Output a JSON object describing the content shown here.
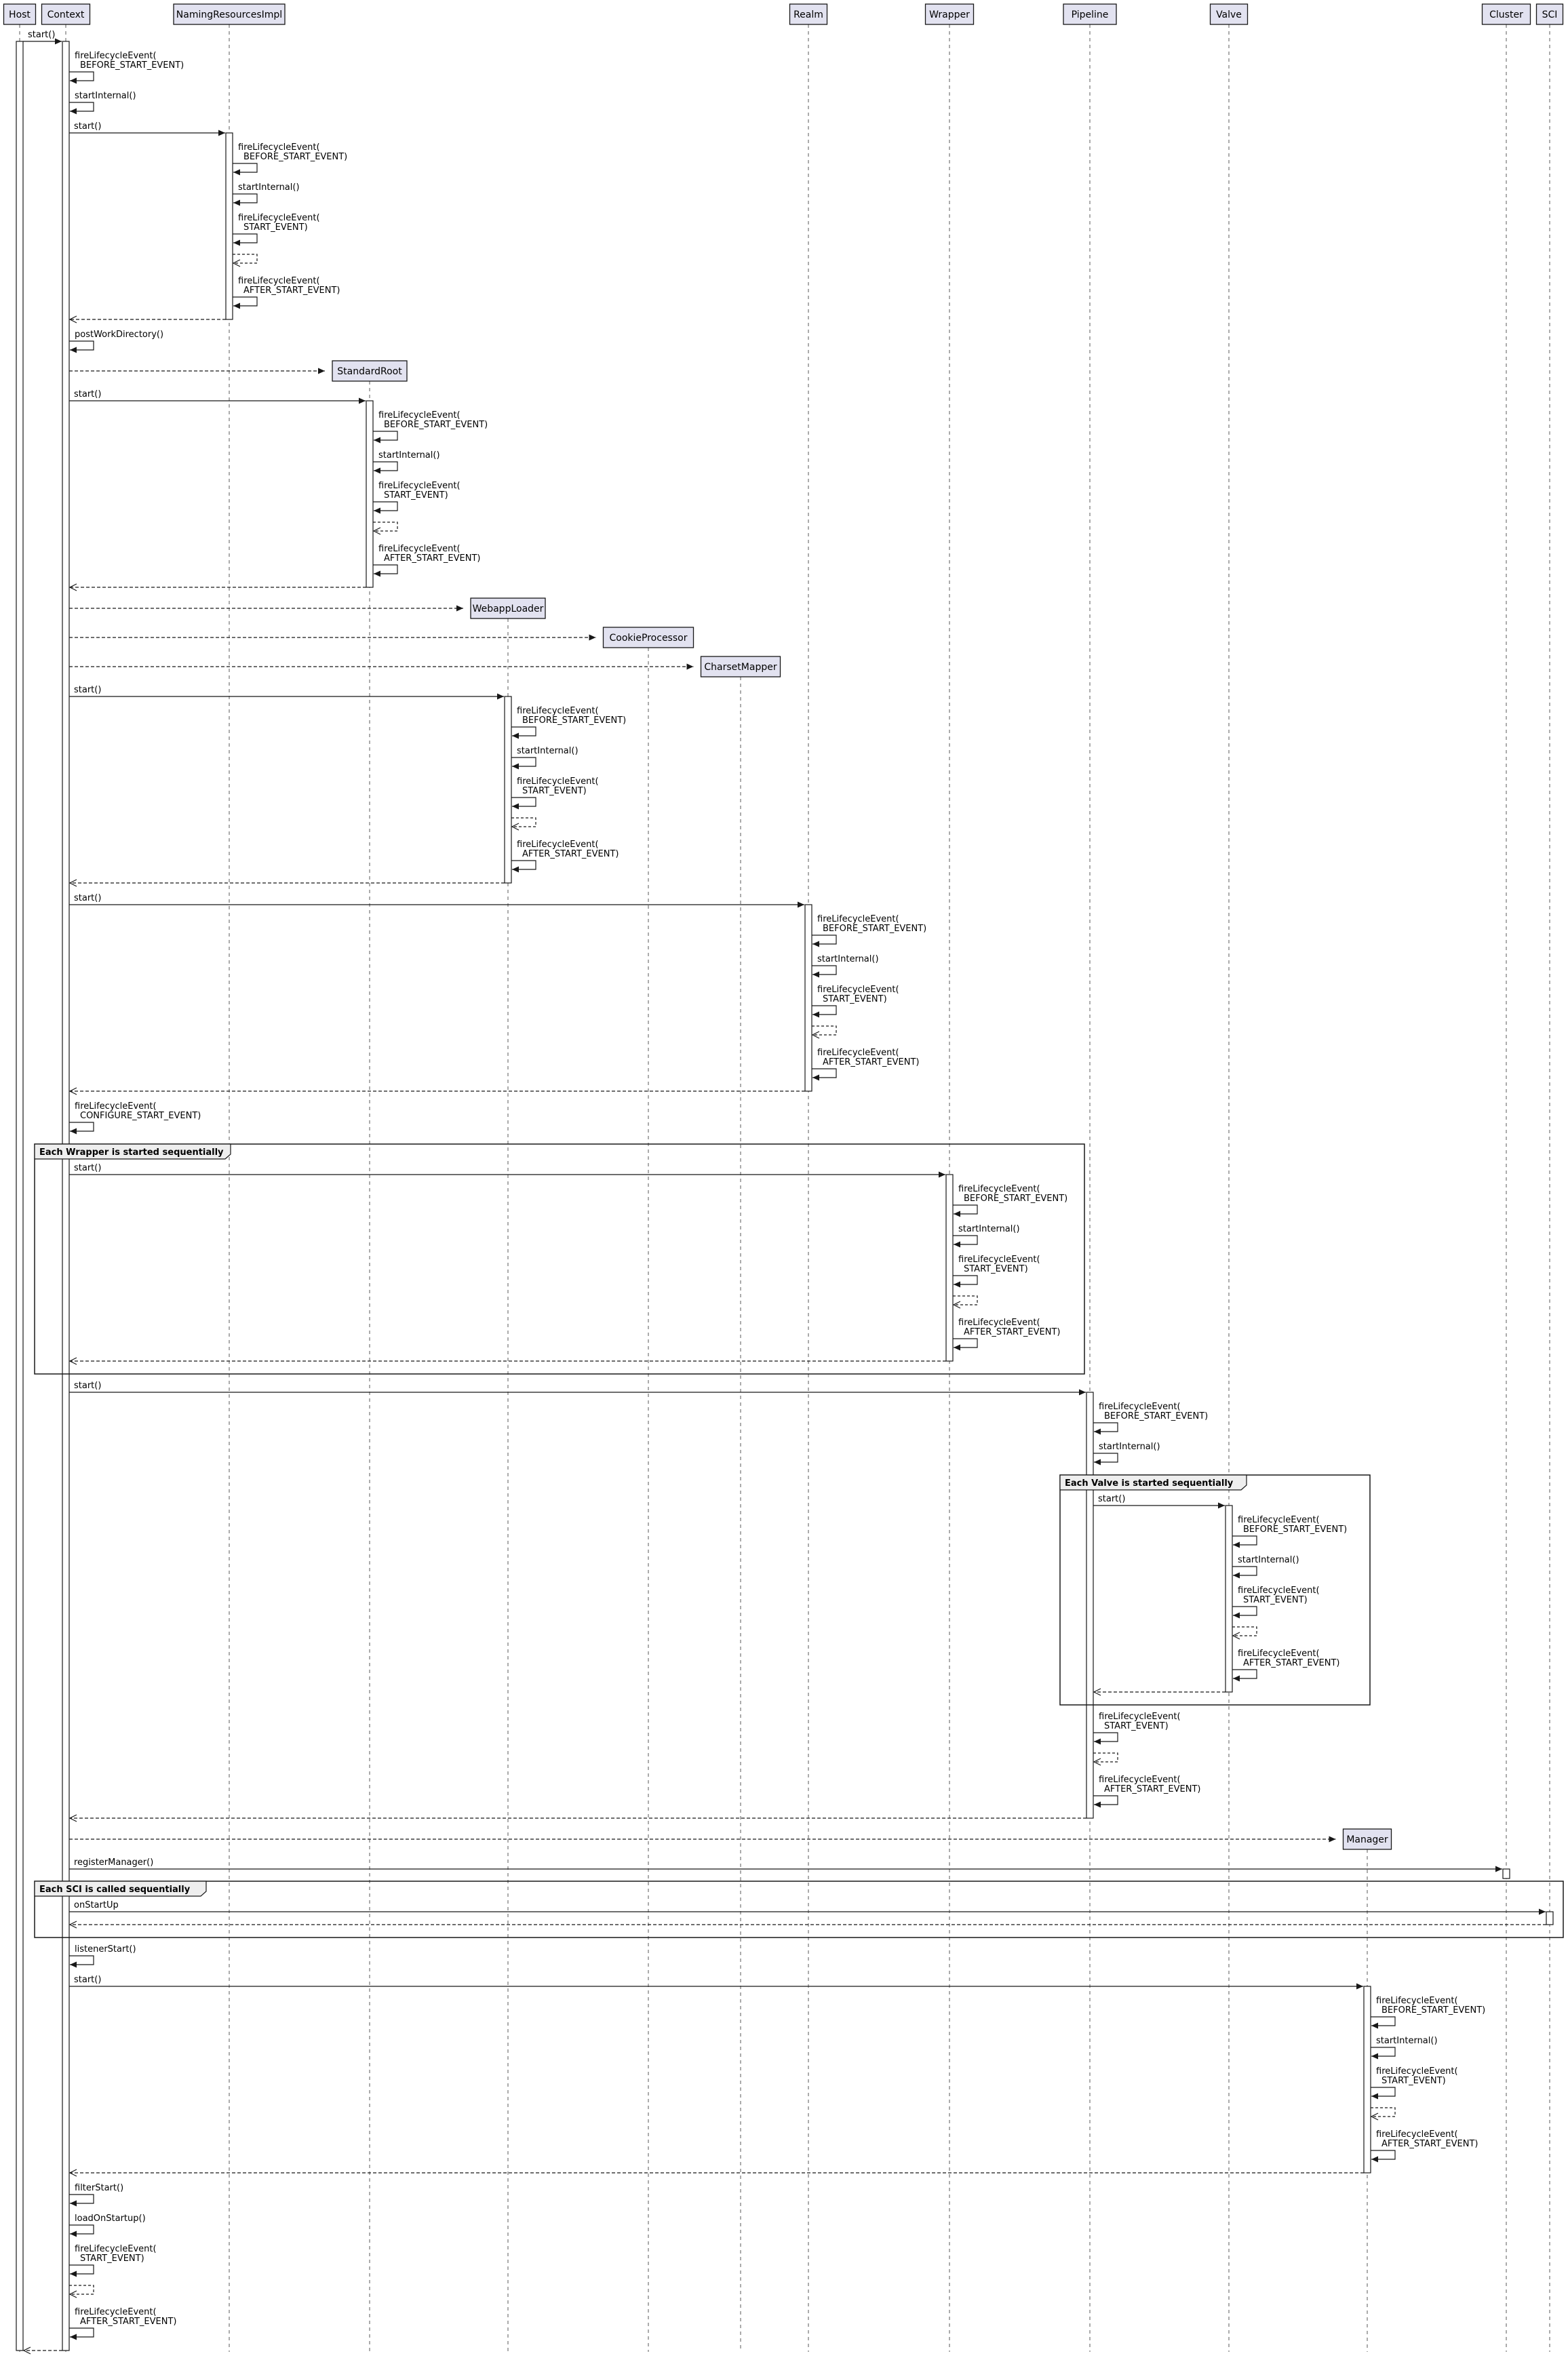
{
  "colors": {
    "participant_fill": "#E2E2F0",
    "line": "#181818",
    "frame_header_fill": "#EEEEEE",
    "background": "#FFFFFF",
    "lifeline": "#5A5A5A"
  },
  "diagram": {
    "participants": [
      {
        "id": "host",
        "label": "Host"
      },
      {
        "id": "context",
        "label": "Context"
      },
      {
        "id": "nri",
        "label": "NamingResourcesImpl"
      },
      {
        "id": "standardroot",
        "label": "StandardRoot",
        "created": true
      },
      {
        "id": "webapploader",
        "label": "WebappLoader",
        "created": true
      },
      {
        "id": "cookieprocessor",
        "label": "CookieProcessor",
        "created": true
      },
      {
        "id": "charsetmapper",
        "label": "CharsetMapper",
        "created": true
      },
      {
        "id": "realm",
        "label": "Realm"
      },
      {
        "id": "wrapper",
        "label": "Wrapper"
      },
      {
        "id": "pipeline",
        "label": "Pipeline"
      },
      {
        "id": "valve",
        "label": "Valve"
      },
      {
        "id": "manager",
        "label": "Manager",
        "created": true
      },
      {
        "id": "cluster",
        "label": "Cluster"
      },
      {
        "id": "sci",
        "label": "SCI"
      }
    ],
    "messages": [
      {
        "type": "call",
        "from": "host",
        "to": "context",
        "label": "start()"
      },
      {
        "type": "self",
        "who": "context",
        "label": [
          "fireLifecycleEvent(",
          "BEFORE_START_EVENT)"
        ]
      },
      {
        "type": "self",
        "who": "context",
        "label": [
          "startInternal()"
        ]
      },
      {
        "type": "call",
        "from": "context",
        "to": "nri",
        "label": "start()"
      },
      {
        "type": "self",
        "who": "nri",
        "label": [
          "fireLifecycleEvent(",
          "BEFORE_START_EVENT)"
        ]
      },
      {
        "type": "self",
        "who": "nri",
        "label": [
          "startInternal()"
        ]
      },
      {
        "type": "self",
        "who": "nri",
        "label": [
          "fireLifecycleEvent(",
          "START_EVENT)"
        ]
      },
      {
        "type": "selfdotted",
        "who": "nri"
      },
      {
        "type": "self",
        "who": "nri",
        "label": [
          "fireLifecycleEvent(",
          "AFTER_START_EVENT)"
        ]
      },
      {
        "type": "return",
        "from": "nri",
        "to": "context"
      },
      {
        "type": "self",
        "who": "context",
        "label": [
          "postWorkDirectory()"
        ]
      },
      {
        "type": "create",
        "from": "context",
        "to": "standardroot"
      },
      {
        "type": "call",
        "from": "context",
        "to": "standardroot",
        "label": "start()"
      },
      {
        "type": "self",
        "who": "standardroot",
        "label": [
          "fireLifecycleEvent(",
          "BEFORE_START_EVENT)"
        ]
      },
      {
        "type": "self",
        "who": "standardroot",
        "label": [
          "startInternal()"
        ]
      },
      {
        "type": "self",
        "who": "standardroot",
        "label": [
          "fireLifecycleEvent(",
          "START_EVENT)"
        ]
      },
      {
        "type": "selfdotted",
        "who": "standardroot"
      },
      {
        "type": "self",
        "who": "standardroot",
        "label": [
          "fireLifecycleEvent(",
          "AFTER_START_EVENT)"
        ]
      },
      {
        "type": "return",
        "from": "standardroot",
        "to": "context"
      },
      {
        "type": "create",
        "from": "context",
        "to": "webapploader"
      },
      {
        "type": "create",
        "from": "context",
        "to": "cookieprocessor"
      },
      {
        "type": "create",
        "from": "context",
        "to": "charsetmapper"
      },
      {
        "type": "call",
        "from": "context",
        "to": "webapploader",
        "label": "start()"
      },
      {
        "type": "self",
        "who": "webapploader",
        "label": [
          "fireLifecycleEvent(",
          "BEFORE_START_EVENT)"
        ]
      },
      {
        "type": "self",
        "who": "webapploader",
        "label": [
          "startInternal()"
        ]
      },
      {
        "type": "self",
        "who": "webapploader",
        "label": [
          "fireLifecycleEvent(",
          "START_EVENT)"
        ]
      },
      {
        "type": "selfdotted",
        "who": "webapploader"
      },
      {
        "type": "self",
        "who": "webapploader",
        "label": [
          "fireLifecycleEvent(",
          "AFTER_START_EVENT)"
        ]
      },
      {
        "type": "return",
        "from": "webapploader",
        "to": "context"
      },
      {
        "type": "call",
        "from": "context",
        "to": "realm",
        "label": "start()"
      },
      {
        "type": "self",
        "who": "realm",
        "label": [
          "fireLifecycleEvent(",
          "BEFORE_START_EVENT)"
        ]
      },
      {
        "type": "self",
        "who": "realm",
        "label": [
          "startInternal()"
        ]
      },
      {
        "type": "self",
        "who": "realm",
        "label": [
          "fireLifecycleEvent(",
          "START_EVENT)"
        ]
      },
      {
        "type": "selfdotted",
        "who": "realm"
      },
      {
        "type": "self",
        "who": "realm",
        "label": [
          "fireLifecycleEvent(",
          "AFTER_START_EVENT)"
        ]
      },
      {
        "type": "return",
        "from": "realm",
        "to": "context"
      },
      {
        "type": "self",
        "who": "context",
        "label": [
          "fireLifecycleEvent(",
          "CONFIGURE_START_EVENT)"
        ]
      },
      {
        "type": "frame",
        "label": "Each Wrapper is started sequentially"
      },
      {
        "type": "call",
        "from": "context",
        "to": "wrapper",
        "label": "start()"
      },
      {
        "type": "self",
        "who": "wrapper",
        "label": [
          "fireLifecycleEvent(",
          "BEFORE_START_EVENT)"
        ]
      },
      {
        "type": "self",
        "who": "wrapper",
        "label": [
          "startInternal()"
        ]
      },
      {
        "type": "self",
        "who": "wrapper",
        "label": [
          "fireLifecycleEvent(",
          "START_EVENT)"
        ]
      },
      {
        "type": "selfdotted",
        "who": "wrapper"
      },
      {
        "type": "self",
        "who": "wrapper",
        "label": [
          "fireLifecycleEvent(",
          "AFTER_START_EVENT)"
        ]
      },
      {
        "type": "return",
        "from": "wrapper",
        "to": "context"
      },
      {
        "type": "frame_end"
      },
      {
        "type": "call",
        "from": "context",
        "to": "pipeline",
        "label": "start()"
      },
      {
        "type": "self",
        "who": "pipeline",
        "label": [
          "fireLifecycleEvent(",
          "BEFORE_START_EVENT)"
        ]
      },
      {
        "type": "self",
        "who": "pipeline",
        "label": [
          "startInternal()"
        ]
      },
      {
        "type": "frame",
        "label": "Each Valve is started sequentially"
      },
      {
        "type": "call",
        "from": "pipeline",
        "to": "valve",
        "label": "start()"
      },
      {
        "type": "self",
        "who": "valve",
        "label": [
          "fireLifecycleEvent(",
          "BEFORE_START_EVENT)"
        ]
      },
      {
        "type": "self",
        "who": "valve",
        "label": [
          "startInternal()"
        ]
      },
      {
        "type": "self",
        "who": "valve",
        "label": [
          "fireLifecycleEvent(",
          "START_EVENT)"
        ]
      },
      {
        "type": "selfdotted",
        "who": "valve"
      },
      {
        "type": "self",
        "who": "valve",
        "label": [
          "fireLifecycleEvent(",
          "AFTER_START_EVENT)"
        ]
      },
      {
        "type": "return",
        "from": "valve",
        "to": "pipeline"
      },
      {
        "type": "frame_end"
      },
      {
        "type": "self",
        "who": "pipeline",
        "label": [
          "fireLifecycleEvent(",
          "START_EVENT)"
        ]
      },
      {
        "type": "selfdotted",
        "who": "pipeline"
      },
      {
        "type": "self",
        "who": "pipeline",
        "label": [
          "fireLifecycleEvent(",
          "AFTER_START_EVENT)"
        ]
      },
      {
        "type": "return",
        "from": "pipeline",
        "to": "context"
      },
      {
        "type": "create",
        "from": "context",
        "to": "manager"
      },
      {
        "type": "call",
        "from": "context",
        "to": "cluster",
        "label": "registerManager()",
        "small": true
      },
      {
        "type": "frame",
        "label": "Each SCI is called sequentially"
      },
      {
        "type": "call",
        "from": "context",
        "to": "sci",
        "label": "onStartUp"
      },
      {
        "type": "return",
        "from": "sci",
        "to": "context"
      },
      {
        "type": "frame_end"
      },
      {
        "type": "self",
        "who": "context",
        "label": [
          "listenerStart()"
        ]
      },
      {
        "type": "call",
        "from": "context",
        "to": "manager",
        "label": "start()"
      },
      {
        "type": "self",
        "who": "manager",
        "label": [
          "fireLifecycleEvent(",
          "BEFORE_START_EVENT)"
        ]
      },
      {
        "type": "self",
        "who": "manager",
        "label": [
          "startInternal()"
        ]
      },
      {
        "type": "self",
        "who": "manager",
        "label": [
          "fireLifecycleEvent(",
          "START_EVENT)"
        ]
      },
      {
        "type": "selfdotted",
        "who": "manager"
      },
      {
        "type": "self",
        "who": "manager",
        "label": [
          "fireLifecycleEvent(",
          "AFTER_START_EVENT)"
        ]
      },
      {
        "type": "return",
        "from": "manager",
        "to": "context"
      },
      {
        "type": "self",
        "who": "context",
        "label": [
          "filterStart()"
        ]
      },
      {
        "type": "self",
        "who": "context",
        "label": [
          "loadOnStartup()"
        ]
      },
      {
        "type": "self",
        "who": "context",
        "label": [
          "fireLifecycleEvent(",
          "START_EVENT)"
        ]
      },
      {
        "type": "selfdotted",
        "who": "context"
      },
      {
        "type": "self",
        "who": "context",
        "label": [
          "fireLifecycleEvent(",
          "AFTER_START_EVENT)"
        ]
      },
      {
        "type": "return",
        "from": "context",
        "to": "host"
      }
    ]
  }
}
